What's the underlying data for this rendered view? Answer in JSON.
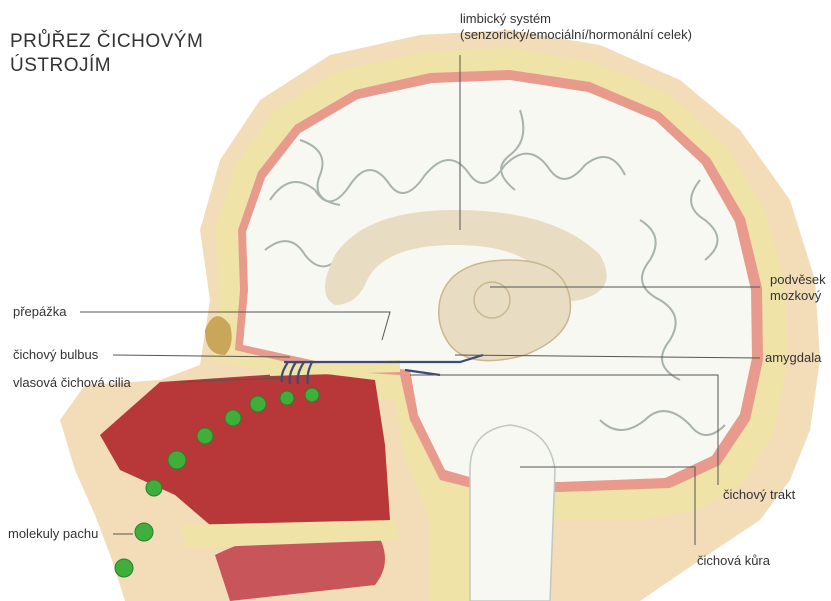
{
  "title": {
    "line1": "PRŮŘEZ ČICHOVÝM",
    "line2": "ÚSTROJÍM"
  },
  "labels": {
    "limbic_line1": "limbický systém",
    "limbic_line2": "(senzorický/emociální/hormonální celek)",
    "septum": "přepážka",
    "bulb": "čichový bulbus",
    "cilia": "vlasová čichová cilia",
    "molecules": "molekuly pachu",
    "pituitary_line1": "podvěsek",
    "pituitary_line2": "mozkový",
    "amygdala": "amygdala",
    "tract": "čichový trakt",
    "cortex": "čichová kůra"
  },
  "colors": {
    "skin": "#f3dcb8",
    "bone": "#efe3a8",
    "brain": "#f7f8f2",
    "gyrus_line": "#a8b3ad",
    "limbic": "#e8dcc2",
    "meninges": "#e89a8c",
    "nasal_cavity": "#b8383a",
    "nerve": "#3d4a7a",
    "molecule": "#3fae3a"
  }
}
